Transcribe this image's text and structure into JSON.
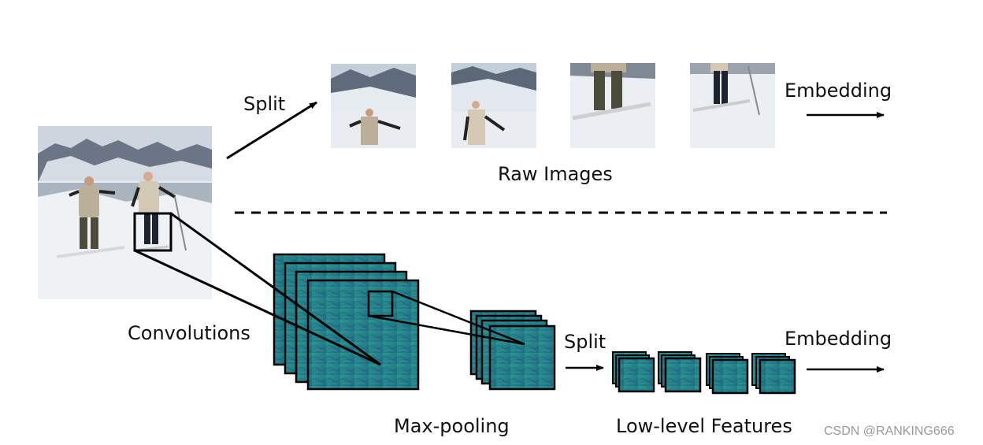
{
  "labels": {
    "split_top": "Split",
    "embedding_top": "Embedding",
    "raw_images": "Raw Images",
    "convolutions": "Convolutions",
    "max_pooling": "Max-pooling",
    "split_bottom": "Split",
    "embedding_bottom": "Embedding",
    "low_level_features": "Low-level Features"
  },
  "watermark": "CSDN @RANKING666",
  "colors": {
    "feature_map": "#2a8a8e",
    "feature_map_dark": "#1f6f7a",
    "line": "#000000",
    "snow": "#e6ecf1",
    "sky": "#c9d3dd",
    "mountain": "#5a6677"
  }
}
